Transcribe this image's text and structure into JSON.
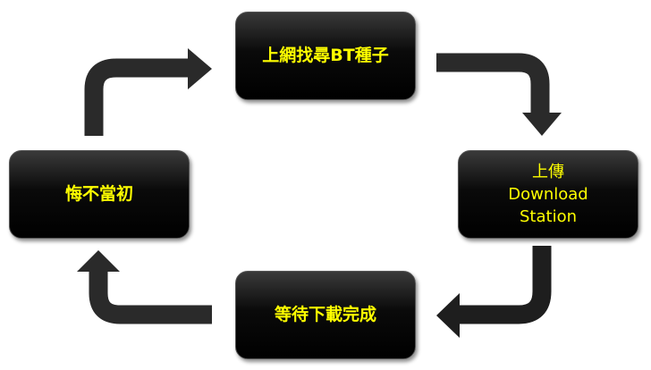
{
  "diagram": {
    "title": "BT download cycle",
    "nodes": [
      {
        "id": "find",
        "lines": [
          "上網找尋BT種子"
        ]
      },
      {
        "id": "upload",
        "lines": [
          "上傳",
          "Download",
          "Station"
        ]
      },
      {
        "id": "wait",
        "lines": [
          "等待下載完成"
        ]
      },
      {
        "id": "regret",
        "lines": [
          "悔不當初"
        ]
      }
    ],
    "edges": [
      [
        "find",
        "upload"
      ],
      [
        "upload",
        "wait"
      ],
      [
        "wait",
        "regret"
      ],
      [
        "regret",
        "find"
      ]
    ],
    "colors": {
      "text": "#ffff00",
      "box": "#000000",
      "arrow": "#1a1a1a"
    }
  }
}
